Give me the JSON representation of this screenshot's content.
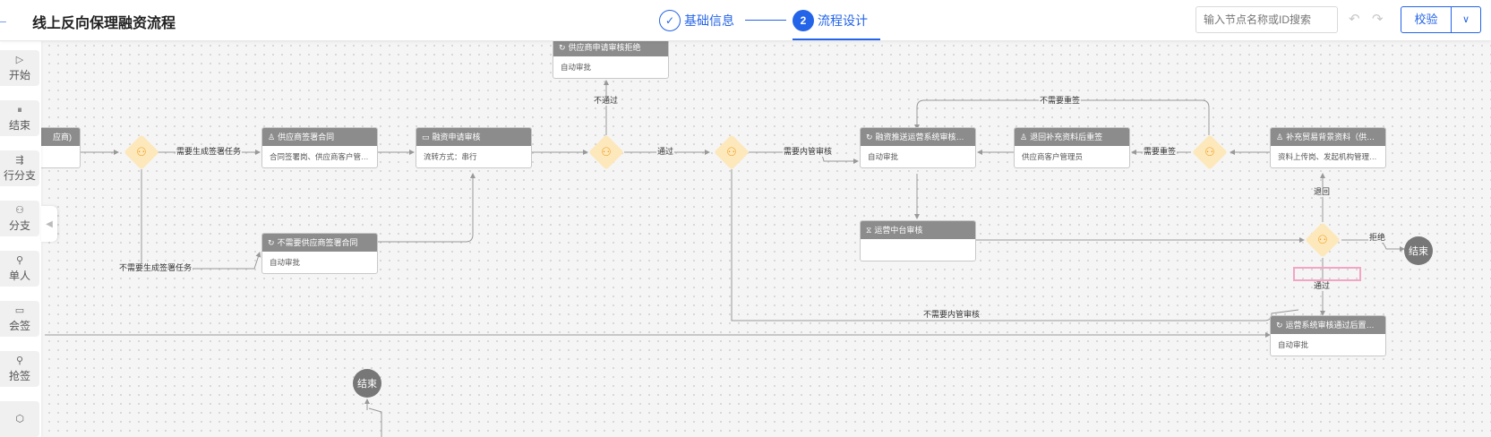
{
  "header": {
    "back_icon": "arrow-left-icon",
    "title": "线上反向保理融资流程",
    "steps": [
      {
        "number": "✓",
        "label": "基础信息",
        "state": "done"
      },
      {
        "number": "2",
        "label": "流程设计",
        "state": "active"
      }
    ],
    "search_placeholder": "输入节点名称或ID搜索",
    "undo_icon": "undo-icon",
    "redo_icon": "redo-icon",
    "validate_label": "校验",
    "validate_dropdown_icon": "chevron-down-icon",
    "accent_color": "#2464e8"
  },
  "palette": {
    "items": [
      {
        "icon": "play-circle-icon",
        "glyph": "▷",
        "label": "开始"
      },
      {
        "icon": "stop-circle-icon",
        "glyph": "⏸",
        "label": "结束"
      },
      {
        "icon": "parallel-branch-icon",
        "glyph": "⇶",
        "label": "行分支"
      },
      {
        "icon": "branch-icon",
        "glyph": "⚇",
        "label": "分支"
      },
      {
        "icon": "user-icon",
        "glyph": "⚲",
        "label": "单人"
      },
      {
        "icon": "countersign-icon",
        "glyph": "▭",
        "label": "会签"
      },
      {
        "icon": "grab-sign-icon",
        "glyph": "⚲",
        "label": "抢签"
      }
    ],
    "collapse_icon": "chevron-left-icon"
  },
  "nodes": {
    "partial_left": {
      "title": "应商)",
      "body": ""
    },
    "supplier_sign": {
      "icon": "user-icon",
      "title": "供应商签署合同",
      "body": "合同签署岗、供应商客户管理员"
    },
    "financing_review": {
      "icon": "monitor-icon",
      "title": "融资申请审核",
      "body": "流转方式：串行"
    },
    "supplier_withdraw": {
      "icon": "sync-icon",
      "title": "供应商申请审核拒绝",
      "body": "自动审批"
    },
    "no_sign": {
      "icon": "sync-icon",
      "title": "不需要供应商签署合同",
      "body": "自动审批"
    },
    "push_ops": {
      "icon": "sync-icon",
      "title": "融资推送运营系统审核前置...",
      "body": "自动审批"
    },
    "return_supplement": {
      "icon": "user-icon",
      "title": "退回补充资料后重签",
      "body": "供应商客户管理员"
    },
    "supplement_bg": {
      "icon": "user-icon",
      "title": "补充贸易背景资料（供应商）",
      "body": "资料上传岗、发起机构管理员..."
    },
    "ops_center": {
      "icon": "hourglass-icon",
      "title": "运营中台审核",
      "body": ""
    },
    "ops_passed": {
      "icon": "sync-icon",
      "title": "运营系统审核通过后置操作",
      "body": "自动审批"
    }
  },
  "end_nodes": [
    "结束",
    "结束"
  ],
  "edge_labels": {
    "need_sign": "需要生成签署任务",
    "no_need_sign": "不需要生成签署任务",
    "not_pass": "不通过",
    "pass": "通过",
    "need_internal": "需要内管审核",
    "no_need_resign_top": "不需要重签",
    "need_resign": "需要重签",
    "return": "退回",
    "reject": "拒绝",
    "pass_bottom": "通过",
    "no_need_internal": "不需要内管审核"
  },
  "colors": {
    "gateway_fill": "#fde8bc",
    "gateway_icon": "#f0a020",
    "node_header": "#8c8c8c",
    "edge": "#999999",
    "highlight": "#f3a5c4"
  }
}
